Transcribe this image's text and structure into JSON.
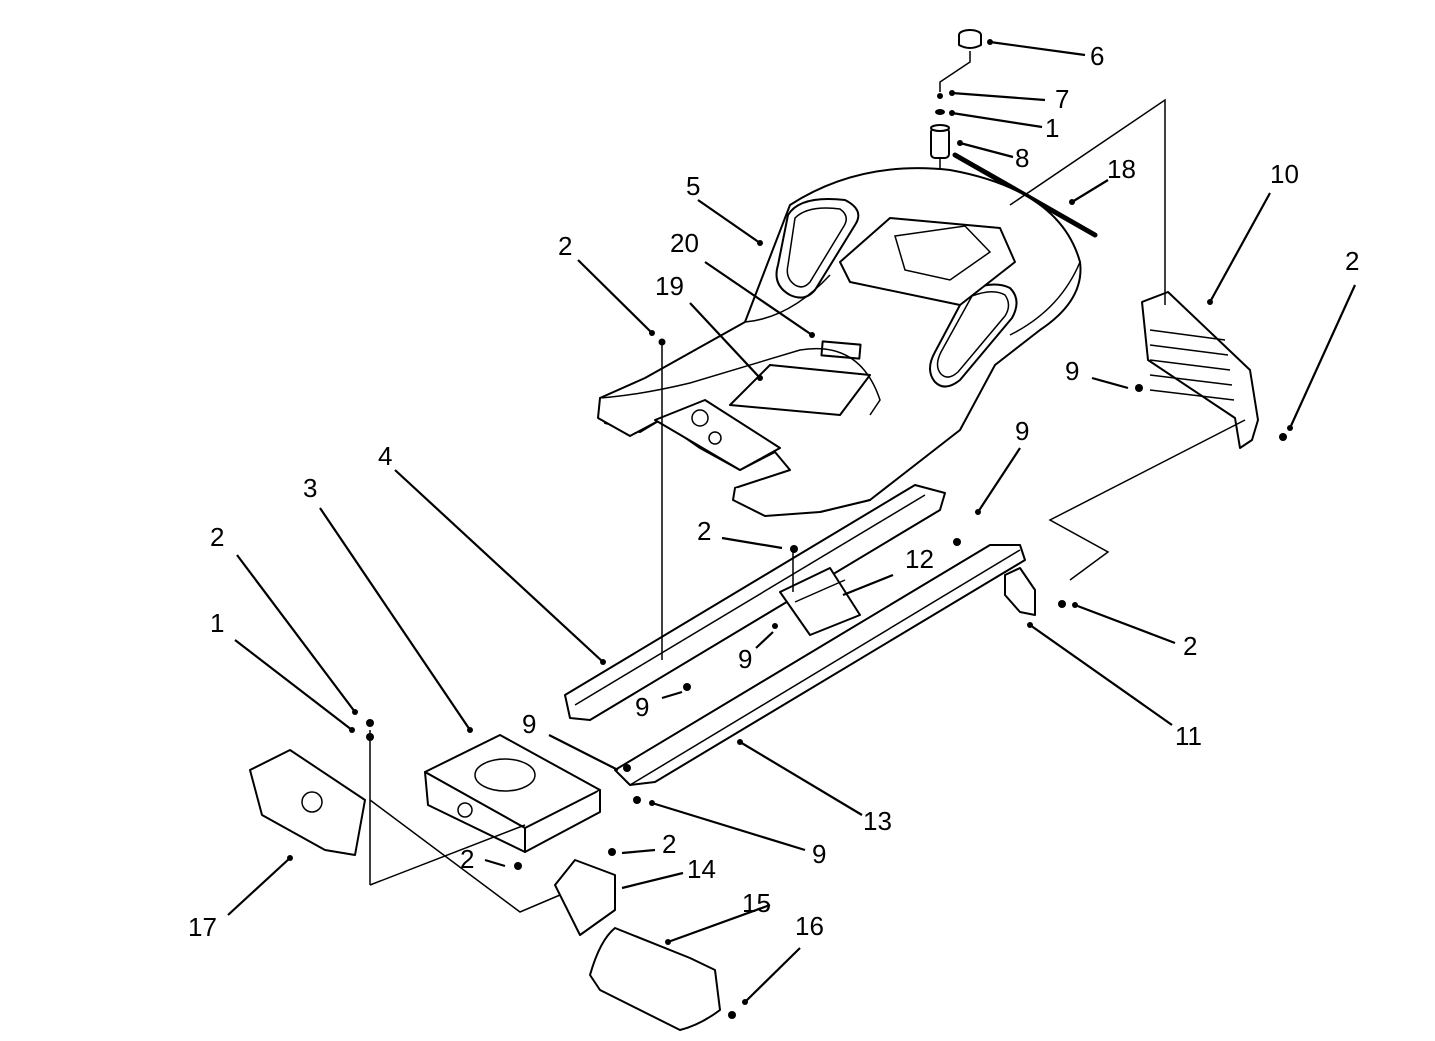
{
  "diagram": {
    "callouts": [
      {
        "id": "c6",
        "label": "6"
      },
      {
        "id": "c7",
        "label": "7"
      },
      {
        "id": "c1a",
        "label": "1"
      },
      {
        "id": "c8",
        "label": "8"
      },
      {
        "id": "c18",
        "label": "18"
      },
      {
        "id": "c5",
        "label": "5"
      },
      {
        "id": "c10",
        "label": "10"
      },
      {
        "id": "c2a",
        "label": "2"
      },
      {
        "id": "c20",
        "label": "20"
      },
      {
        "id": "c2b",
        "label": "2"
      },
      {
        "id": "c19",
        "label": "19"
      },
      {
        "id": "c9a",
        "label": "9"
      },
      {
        "id": "c9b",
        "label": "9"
      },
      {
        "id": "c4",
        "label": "4"
      },
      {
        "id": "c3",
        "label": "3"
      },
      {
        "id": "c2c",
        "label": "2"
      },
      {
        "id": "c12",
        "label": "12"
      },
      {
        "id": "c2d",
        "label": "2"
      },
      {
        "id": "c1b",
        "label": "1"
      },
      {
        "id": "c9c",
        "label": "9"
      },
      {
        "id": "c2e",
        "label": "2"
      },
      {
        "id": "c11",
        "label": "11"
      },
      {
        "id": "c9d",
        "label": "9"
      },
      {
        "id": "c9e",
        "label": "9"
      },
      {
        "id": "c13",
        "label": "13"
      },
      {
        "id": "c9f",
        "label": "9"
      },
      {
        "id": "c2f",
        "label": "2"
      },
      {
        "id": "c2g",
        "label": "2"
      },
      {
        "id": "c14",
        "label": "14"
      },
      {
        "id": "c15",
        "label": "15"
      },
      {
        "id": "c16",
        "label": "16"
      },
      {
        "id": "c17",
        "label": "17"
      }
    ]
  }
}
